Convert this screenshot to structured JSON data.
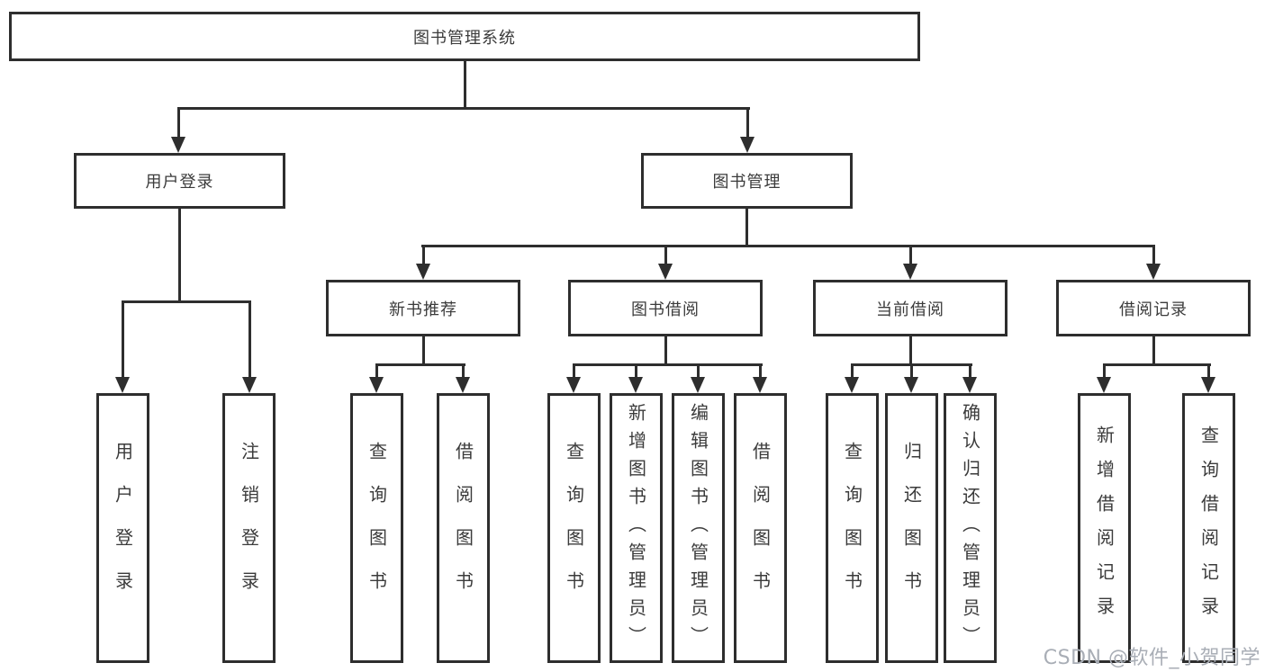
{
  "diagram": {
    "root": "图书管理系统",
    "level2": [
      {
        "label": "用户登录",
        "children": [
          "用户登录",
          "注销登录"
        ]
      },
      {
        "label": "图书管理",
        "sections": [
          {
            "label": "新书推荐",
            "children": [
              "查询图书",
              "借阅图书"
            ]
          },
          {
            "label": "图书借阅",
            "children": [
              "查询图书",
              "新增图书（管理员）",
              "编辑图书（管理员）",
              "借阅图书"
            ]
          },
          {
            "label": "当前借阅",
            "children": [
              "查询图书",
              "归还图书",
              "确认归还（管理员）"
            ]
          },
          {
            "label": "借阅记录",
            "children": [
              "新增借阅记录",
              "查询借阅记录"
            ]
          }
        ]
      }
    ]
  },
  "watermark": {
    "text": "CSDN @软件_小贺同学"
  },
  "colors": {
    "line": "#2e2e2e",
    "text": "#3b3b3b",
    "watermark": "#a9aeb6",
    "background": "#ffffff"
  }
}
